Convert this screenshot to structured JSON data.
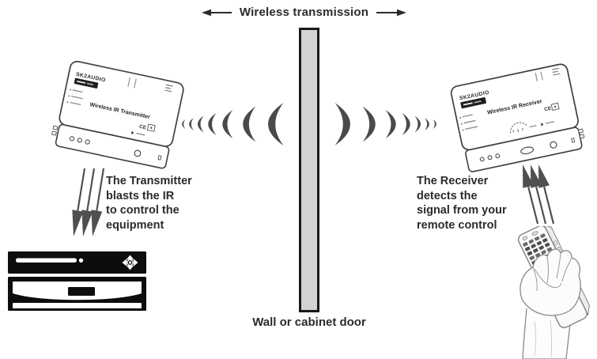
{
  "header": {
    "title": "Wireless transmission"
  },
  "wall": {
    "label": "Wall or cabinet door"
  },
  "transmitter": {
    "brand": "SK2AUDIO",
    "label": "Wireless IR Transmitter",
    "ce_mark": "CE",
    "caption": {
      "lines": [
        "The Transmitter",
        "blasts the IR",
        "to control the",
        "equipment"
      ]
    }
  },
  "receiver": {
    "brand": "SK2AUDIO",
    "label": "Wireless IR Receiver",
    "ce_mark": "CE",
    "caption": {
      "lines": [
        "The Receiver",
        "detects the",
        "signal from your",
        "remote control"
      ]
    }
  },
  "colors": {
    "ink": "#2b2b2b",
    "wave": "#4a4a4a",
    "arrow": "#4f4f4f",
    "wall_fill": "#d3d3d5",
    "wall_border": "#1a1a1a",
    "device_line": "#3f3f3f",
    "equipment_black": "#0d0d0d",
    "sketch_line": "#8a8a8a"
  }
}
